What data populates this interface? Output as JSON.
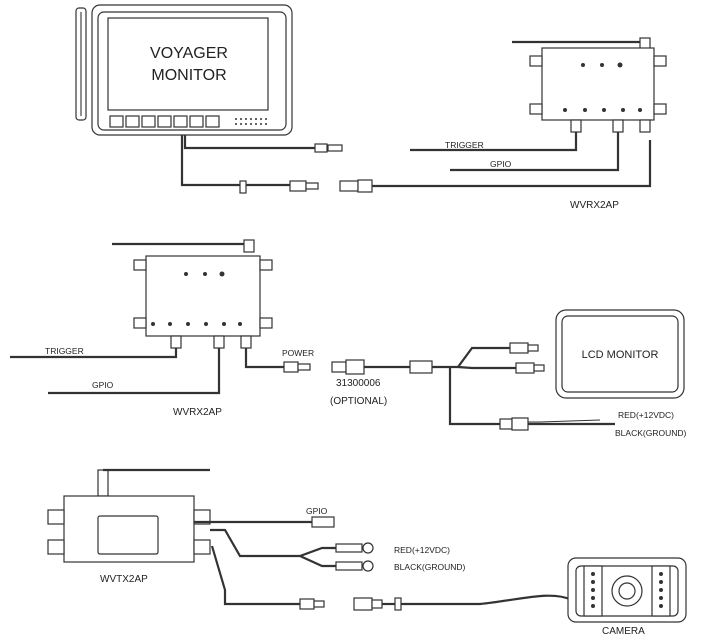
{
  "monitor": {
    "line1": "VOYAGER",
    "line2": "MONITOR"
  },
  "section1": {
    "trigger": "TRIGGER",
    "gpio": "GPIO",
    "receiver": "WVRX2AP"
  },
  "section2": {
    "trigger": "TRIGGER",
    "gpio": "GPIO",
    "power": "POWER",
    "receiver": "WVRX2AP",
    "part_number": "31300006",
    "optional": "(OPTIONAL)",
    "lcd": "LCD MONITOR",
    "red": "RED(+12VDC)",
    "black": "BLACK(GROUND)"
  },
  "section3": {
    "gpio": "GPIO",
    "red": "RED(+12VDC)",
    "black": "BLACK(GROUND)",
    "transmitter": "WVTX2AP",
    "camera": "CAMERA"
  }
}
